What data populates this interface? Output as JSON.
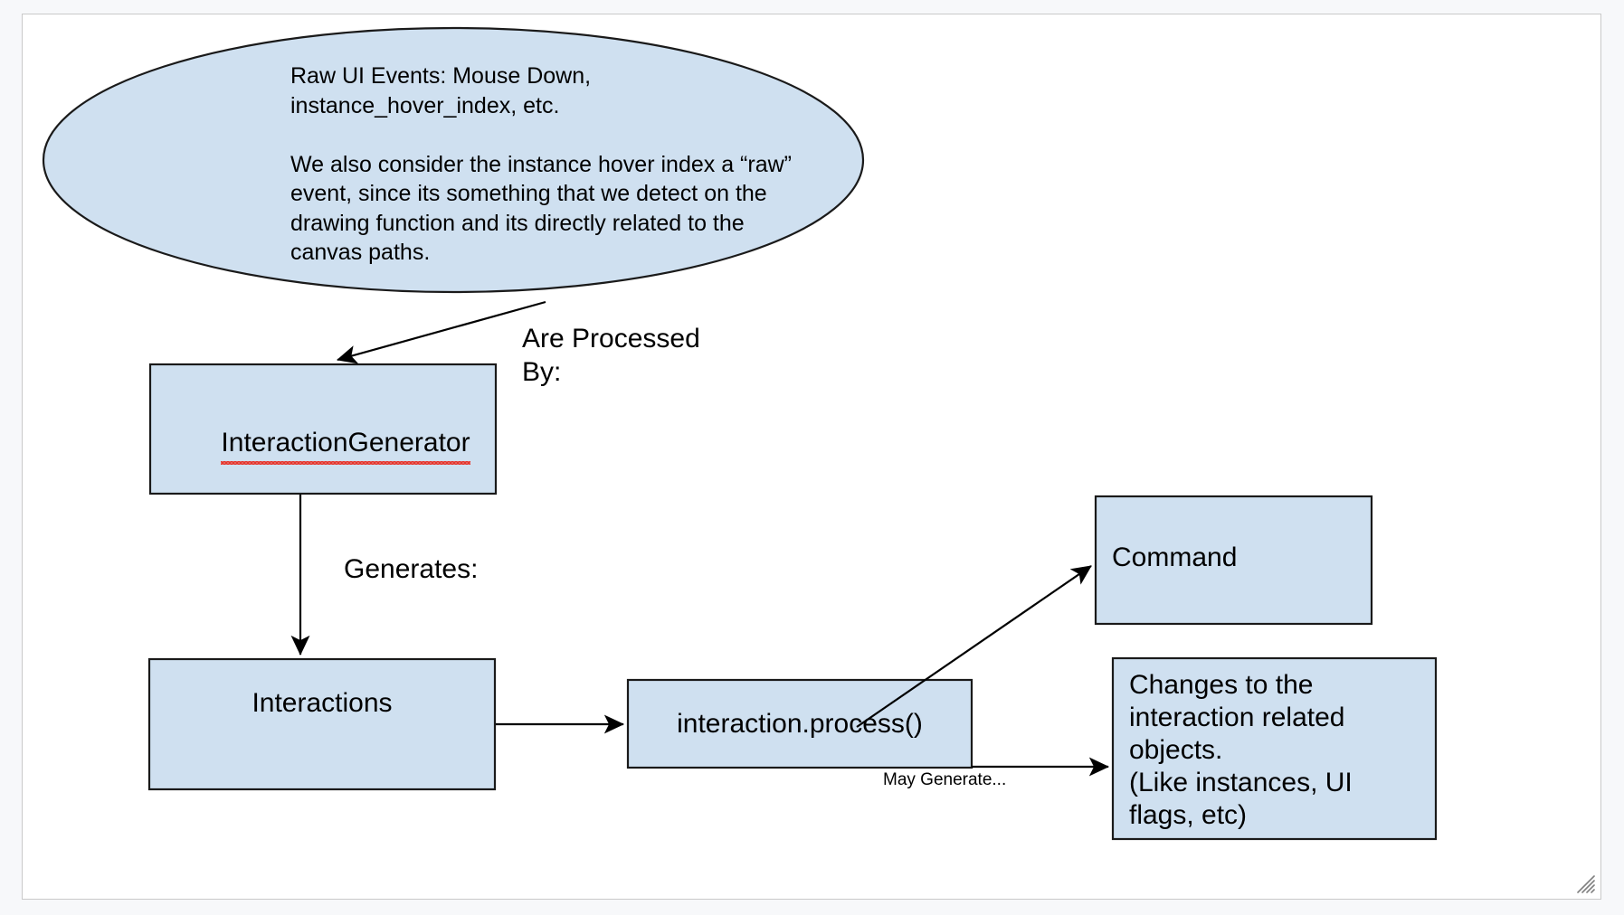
{
  "canvas": {
    "background_color": "#ffffff",
    "page_background_color": "#f7f8fa",
    "border_color": "#c9c9c9"
  },
  "style": {
    "node_fill": "#cfe0f0",
    "node_stroke": "#1a1a1a",
    "arrow_color": "#000000",
    "text_color": "#000000",
    "spellcheck_color": "#e8342a"
  },
  "nodes": {
    "raw_events_ellipse": {
      "shape": "ellipse",
      "text": "Raw UI Events: Mouse Down,\ninstance_hover_index, etc.\n\nWe also consider the instance hover index a “raw”\nevent, since its something that we detect on the\ndrawing function and its directly related to the\ncanvas paths."
    },
    "interaction_generator": {
      "shape": "rectangle",
      "text": "InteractionGenerator",
      "spellchecked": true
    },
    "interactions": {
      "shape": "rectangle",
      "text": "Interactions"
    },
    "interaction_process": {
      "shape": "rectangle",
      "text": "interaction.process()"
    },
    "command": {
      "shape": "rectangle",
      "text": "Command"
    },
    "changes": {
      "shape": "rectangle",
      "text": "Changes to the\ninteraction related\nobjects.\n(Like instances, UI\nflags, etc)"
    }
  },
  "edges": {
    "ellipse_to_generator": {
      "label": "Are Processed\nBy:",
      "from": "raw_events_ellipse",
      "to": "interaction_generator"
    },
    "generator_to_interactions": {
      "label": "Generates:",
      "from": "interaction_generator",
      "to": "interactions"
    },
    "interactions_to_process": {
      "label": "",
      "from": "interactions",
      "to": "interaction_process"
    },
    "process_to_command": {
      "label": "",
      "from": "interaction_process",
      "to": "command"
    },
    "process_to_changes": {
      "label": "May Generate...",
      "from": "interaction_process",
      "to": "changes"
    }
  },
  "window": {
    "resize_grip": "resize-grip"
  }
}
